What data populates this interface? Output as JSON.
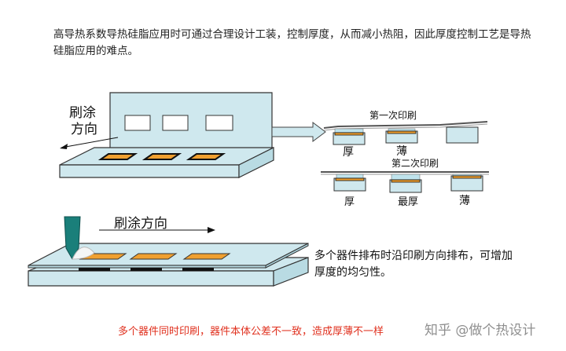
{
  "intro_text": "高导热系数导热硅脂应用时可通过合理设计工装，控制厚度，从而减小热阻，因此厚度控制工艺是导热硅脂应用的难点。",
  "top_diagram": {
    "direction_label_line1": "刷涂",
    "direction_label_line2": "方向"
  },
  "bottom_diagram": {
    "direction_label": "刷涂方向"
  },
  "first_print": {
    "title": "第一次印刷",
    "labels": [
      "厚",
      "薄"
    ]
  },
  "second_print": {
    "title": "第二次印刷",
    "labels": [
      "厚",
      "最厚",
      "薄"
    ]
  },
  "note": "多个器件排布时沿印刷方向排布，可增加厚度的均匀性。",
  "caption": "多个器件同时印刷，器件本体公差不一致，造成厚薄不一样",
  "watermark": "知乎 @做个热设计",
  "colors": {
    "panel_fill": "#cfe8ee",
    "pad_fill": "#f0a030",
    "caption_red": "#e0301e",
    "squeegee": "#1a7f7a"
  }
}
